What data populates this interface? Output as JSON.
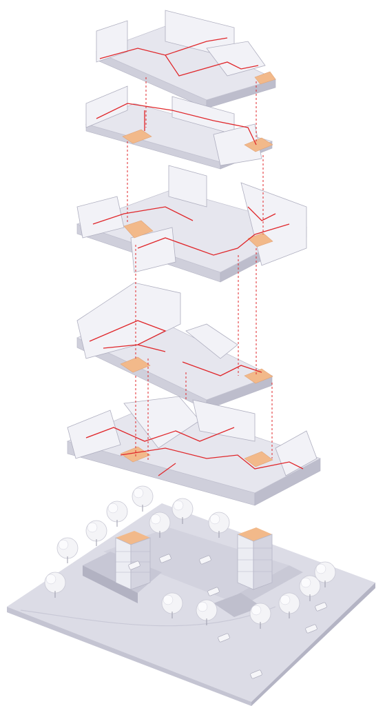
{
  "diagram": {
    "kind": "exploded-axonometric",
    "levels": [
      {
        "id": "level-6",
        "order": 6
      },
      {
        "id": "level-5",
        "order": 5
      },
      {
        "id": "level-4",
        "order": 4
      },
      {
        "id": "level-3",
        "order": 3
      },
      {
        "id": "level-2",
        "order": 2
      },
      {
        "id": "level-1",
        "order": 1
      }
    ],
    "site": {
      "trees": 14,
      "cars": 8,
      "towers": 2
    },
    "colors": {
      "background": "#ffffff",
      "floor_top": "#e6e6ee",
      "floor_side": "#cfcfdb",
      "wall_light": "#f2f2f7",
      "wall_dark": "#b9b9c8",
      "route": "#e0262a",
      "vertical_core": "#f2b98a",
      "ground": "#dcdce6",
      "tree": "#f4f4f7"
    }
  }
}
